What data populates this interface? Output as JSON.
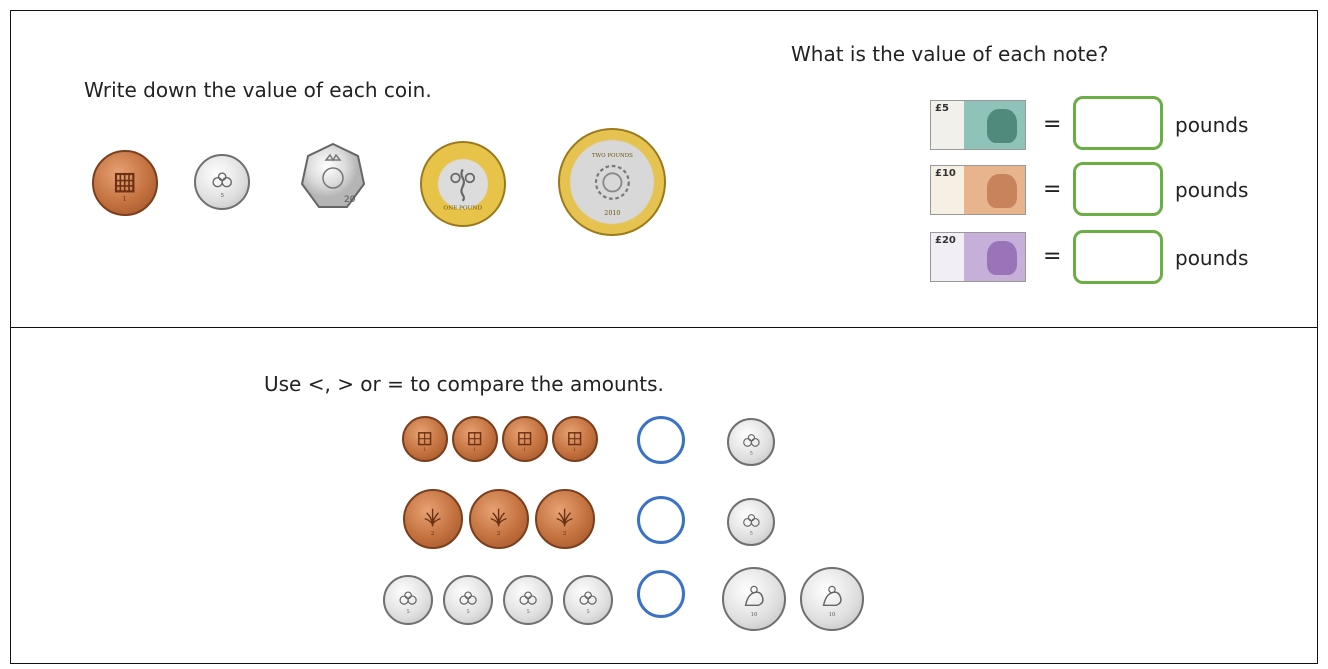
{
  "top_left": {
    "prompt": "Write down the value of each coin.",
    "coins": [
      {
        "name": "1p",
        "label": "1",
        "metal": "copper"
      },
      {
        "name": "5p",
        "label": "5",
        "metal": "silver"
      },
      {
        "name": "20p",
        "label": "20",
        "metal": "silver"
      },
      {
        "name": "£1",
        "label": "ONE POUND",
        "metal": "bimetal"
      },
      {
        "name": "£2",
        "label": "TWO POUNDS",
        "year": "2010",
        "metal": "bimetal"
      }
    ]
  },
  "top_right": {
    "prompt": "What is the value of each note?",
    "rows": [
      {
        "note_label": "£5",
        "color": "#5fa6a0",
        "equals": "=",
        "answer": "",
        "unit": "pounds"
      },
      {
        "note_label": "£10",
        "color": "#d9905a",
        "equals": "=",
        "answer": "",
        "unit": "pounds"
      },
      {
        "note_label": "£20",
        "color": "#9a74b8",
        "equals": "=",
        "answer": "",
        "unit": "pounds"
      }
    ]
  },
  "bottom": {
    "prompt": "Use <, > or = to compare the amounts.",
    "rows": [
      {
        "left": [
          "1",
          "1",
          "1",
          "1"
        ],
        "left_metal": "copper",
        "right": [
          "5"
        ]
      },
      {
        "left": [
          "2",
          "2",
          "2"
        ],
        "left_metal": "copper",
        "right": [
          "5"
        ]
      },
      {
        "left": [
          "5",
          "5",
          "5",
          "5"
        ],
        "left_metal": "silver",
        "right": [
          "10",
          "10"
        ]
      }
    ]
  },
  "colors": {
    "answer_box_border": "#6aae46",
    "compare_circle": "#3b73c4",
    "copper": "#c3713f",
    "silver": "#dedede",
    "gold": "#e8c34a"
  }
}
